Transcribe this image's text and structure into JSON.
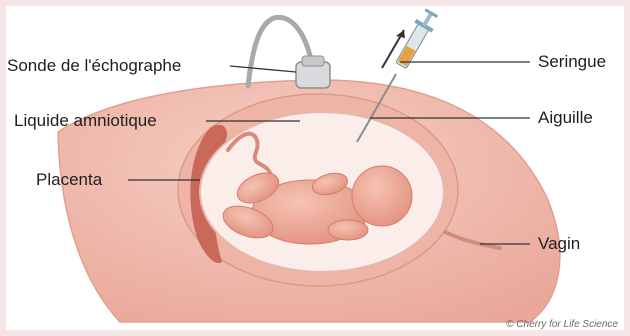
{
  "labels": {
    "probe": "Sonde de l'échographe",
    "amniotic_fluid": "Liquide amniotique",
    "placenta": "Placenta",
    "syringe": "Seringue",
    "needle": "Aiguille",
    "vagina": "Vagin"
  },
  "credit": "© Cherry for Life Science",
  "colors": {
    "skin": "#f2bcb0",
    "skin_dark": "#e7a596",
    "uterus_wall": "#ecb2a4",
    "amniotic": "#fbeeea",
    "placenta": "#c9695a",
    "fetus": "#eea592",
    "leader_line": "#333333",
    "background": "#f3e6e4"
  }
}
